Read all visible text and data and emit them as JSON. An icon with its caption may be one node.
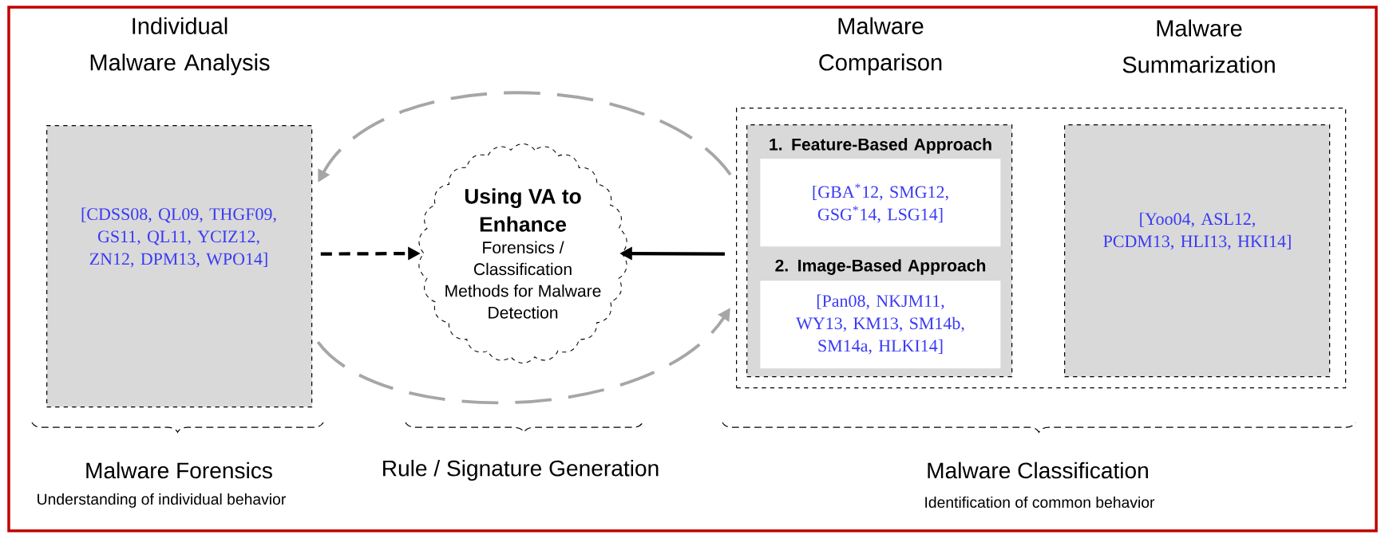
{
  "diagram": {
    "nodes": [
      {
        "text": [
          "Individual Malware Analysis",
          "[CDSS08, QL09, THGF09, GS11, QL11, YCIZ12, ZN12, DPM13, WPO14]"
        ]
      },
      {
        "text": [
          "Using VA to Enhance",
          "Forensics / Classification Methods for Malware Detection"
        ]
      },
      {
        "text": [],
        "shape": "box"
      },
      {
        "text": [
          "Malware Comparison"
        ],
        "in": 2
      },
      {
        "text": [
          "1. Feature-Based Approach",
          "[GBA$^{*}$12, SMG12, GSG$^{*}$14, LSG14]"
        ],
        "in": 3
      },
      {
        "text": [
          "2. Image-Based Approach",
          "[Pan08, NKJM11, WY13, KM13, SM14b, SM14a, HLKI14]"
        ],
        "in": 3
      },
      {
        "text": [
          "Malware Summarization",
          "[Yoo04, ASL12, PCDM13, HLI13, HKI14]"
        ],
        "in": 2
      }
    ],
    "edges": [
      {
        "from": 0,
        "to": 1,
        "arrow": "to",
        "style": "dashed"
      },
      {
        "from": 2,
        "to": 1,
        "arrow": "to"
      },
      {
        "from": 2,
        "to": 0,
        "arrow": "to",
        "style": "dashed",
        "color": "#a6a6a6"
      },
      {
        "from": 0,
        "to": 2,
        "arrow": "to",
        "style": "dashed",
        "color": "#a6a6a6"
      }
    ],
    "labels": [
      "Malware Forensics",
      "Understanding of individual behavior",
      "Rule / Signature Generation",
      "Malware Classification",
      "Identification of common behavior"
    ]
  }
}
